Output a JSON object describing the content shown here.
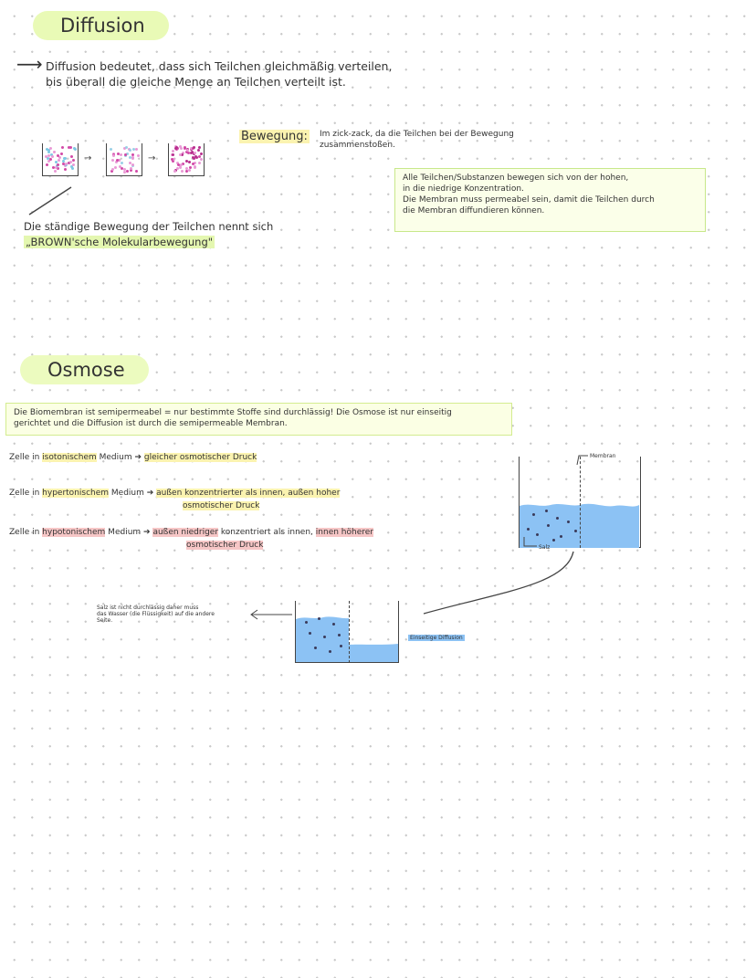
{
  "diffusion": {
    "title": "Diffusion",
    "definition_line1": "Diffusion bedeutet, dass sich Teilchen gleichmäßig verteilen,",
    "definition_line2": "bis überall die gleiche Menge an Teilchen verteilt ist.",
    "bewegung_label": "Bewegung:",
    "bewegung_text1": "Im zick-zack, da die Teilchen bei der Bewegung",
    "bewegung_text2": "zusammenstoßen.",
    "info_box_lines": [
      "Alle Teilchen/Substanzen bewegen sich von der hohen,",
      "in die niedrige Konzentration.",
      "Die Membran muss permeabel sein, damit die Teilchen durch",
      "die Membran diffundieren können."
    ],
    "brown_line1": "Die ständige Bewegung der Teilchen nennt sich",
    "brown_line2": "„BROWN'sche Molekularbewegung\""
  },
  "osmose": {
    "title": "Osmose",
    "intro_line1": "Die Biomembran ist semipermeabel = nur bestimmte Stoffe sind durchlässig! Die Osmose ist nur einseitig",
    "intro_line2": "gerichtet und die Diffusion ist durch die semipermeable Membran.",
    "cases": [
      {
        "prefix": "Zelle in ",
        "medium": "isotonischem",
        "suffix": " Medium ➔ ",
        "result": "gleicher osmotischer Druck"
      },
      {
        "prefix": "Zelle in ",
        "medium": "hypertonischem",
        "suffix": " Medium ➔ ",
        "result_line1": "außen konzentrierter als innen, außen hoher",
        "result_line2": "osmotischer Druck"
      },
      {
        "prefix": "Zelle in ",
        "medium": "hypotonischem",
        "suffix": " Medium ➔ ",
        "result_line1a": "außen niedriger",
        "result_line1b": " konzentriert als innen, ",
        "result_line1c": "innen höherer",
        "result_line2": "osmotischer Druck"
      }
    ],
    "membran_label": "Membran",
    "salz_label": "Salz",
    "salz_note_lines": [
      "Salz ist nicht durchlässig daher muss",
      "das Wasser (die Flüssigkeit) auf die andere",
      "Seite."
    ],
    "einseitige_label": "Einseitige Diffusion"
  },
  "colors": {
    "highlight_green": "#e4f7b0",
    "highlight_yellow": "#fbf3b0",
    "highlight_red": "#f6c6c6",
    "water_blue": "#8cc2f4",
    "particle_pink": "#d24aa8"
  }
}
